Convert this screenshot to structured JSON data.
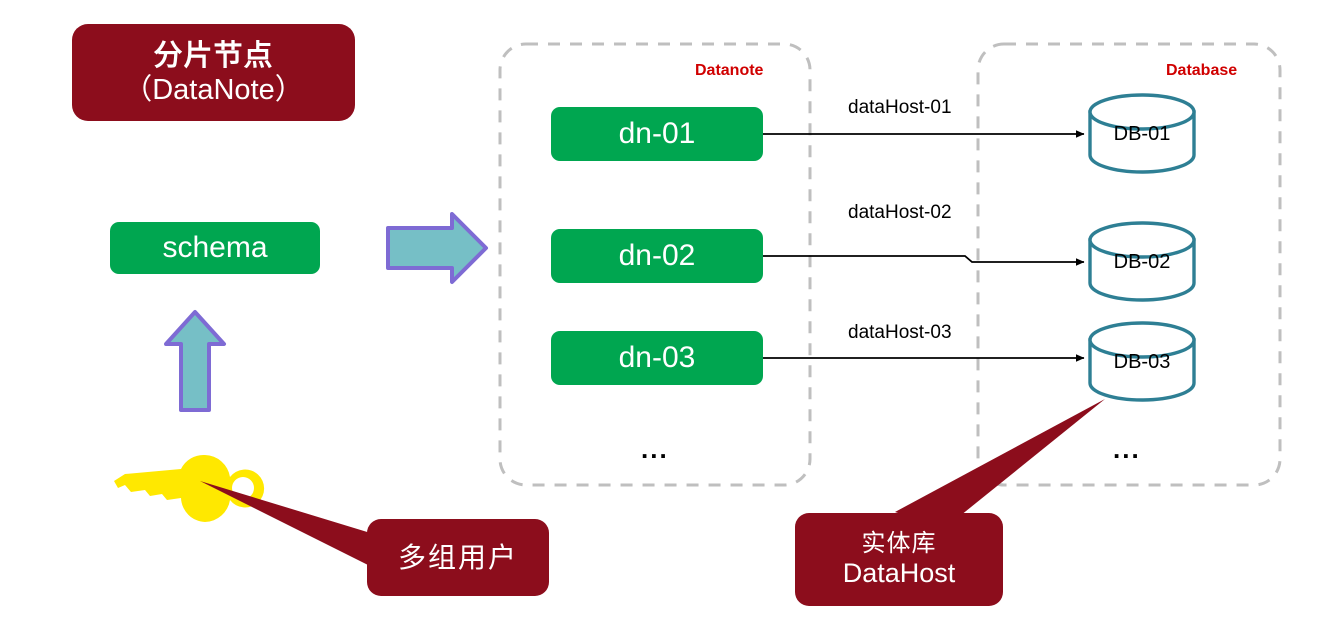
{
  "diagram": {
    "title_callout": {
      "line_cn": "分片节点",
      "line_en": "（DataNote）",
      "color": "#8C0D1C"
    },
    "schema_node": {
      "label": "schema",
      "color": "#00A650"
    },
    "block_arrow": {
      "name": "right-block-arrow",
      "fill": "#76BFC6",
      "stroke": "#7E6BD4"
    },
    "up_arrow": {
      "name": "up-block-arrow",
      "fill": "#76BFC6",
      "stroke": "#7E6BD4"
    },
    "key_icon": {
      "name": "key-icon",
      "fill": "#FFE800"
    },
    "users_callout": {
      "line_cn": "多组用户",
      "color": "#8C0D1C"
    },
    "datahost_callout": {
      "line_cn": "实体库",
      "line_en": "DataHost",
      "color": "#8C0D1C"
    },
    "groups": [
      {
        "label": "Datanote",
        "label_color": "#D00000",
        "border_color": "#BFBFBF"
      },
      {
        "label": "Database",
        "label_color": "#D00000",
        "border_color": "#BFBFBF"
      }
    ],
    "datanodes": [
      {
        "label": "dn-01"
      },
      {
        "label": "dn-02"
      },
      {
        "label": "dn-03"
      }
    ],
    "databases": [
      {
        "label": "DB-01",
        "stroke": "#2E7F94"
      },
      {
        "label": "DB-02",
        "stroke": "#2E7F94"
      },
      {
        "label": "DB-03",
        "stroke": "#2E7F94"
      }
    ],
    "edges": [
      {
        "label": "dataHost-01",
        "from": "dn-01",
        "to": "DB-01"
      },
      {
        "label": "dataHost-02",
        "from": "dn-02",
        "to": "DB-02"
      },
      {
        "label": "dataHost-03",
        "from": "dn-03",
        "to": "DB-03"
      }
    ],
    "ellipses": [
      {
        "label": "..."
      },
      {
        "label": "..."
      }
    ]
  }
}
